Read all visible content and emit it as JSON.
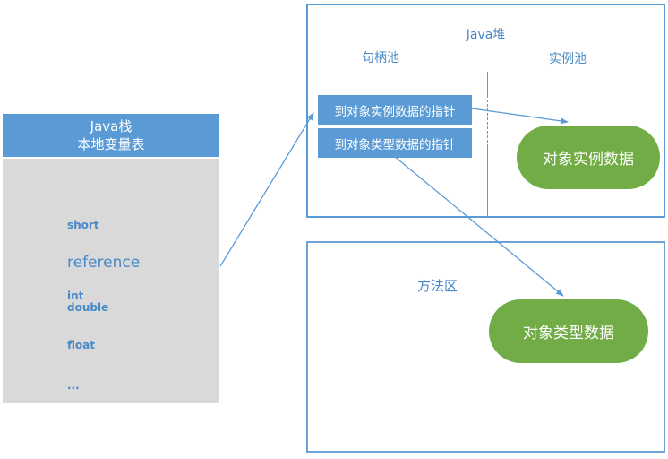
{
  "stack": {
    "title_line1": "Java栈",
    "title_line2": "本地变量表",
    "items": [
      "int",
      "short",
      "reference",
      "double",
      "float",
      "..."
    ]
  },
  "heap": {
    "title": "Java堆",
    "handle_pool_label": "句柄池",
    "instance_pool_label": "实例池",
    "pointers": {
      "to_instance": "到对象实例数据的指针",
      "to_type": "到对象类型数据的指针"
    },
    "instance_data_label": "对象实例数据"
  },
  "method_area": {
    "label": "方法区",
    "type_data_label": "对象类型数据"
  },
  "colors": {
    "accent_blue": "#5b9bd5",
    "fill_grey": "#d9d9d9",
    "accent_green": "#71ac47",
    "text_blue": "#4a89c7",
    "text_white": "#ffffff"
  }
}
